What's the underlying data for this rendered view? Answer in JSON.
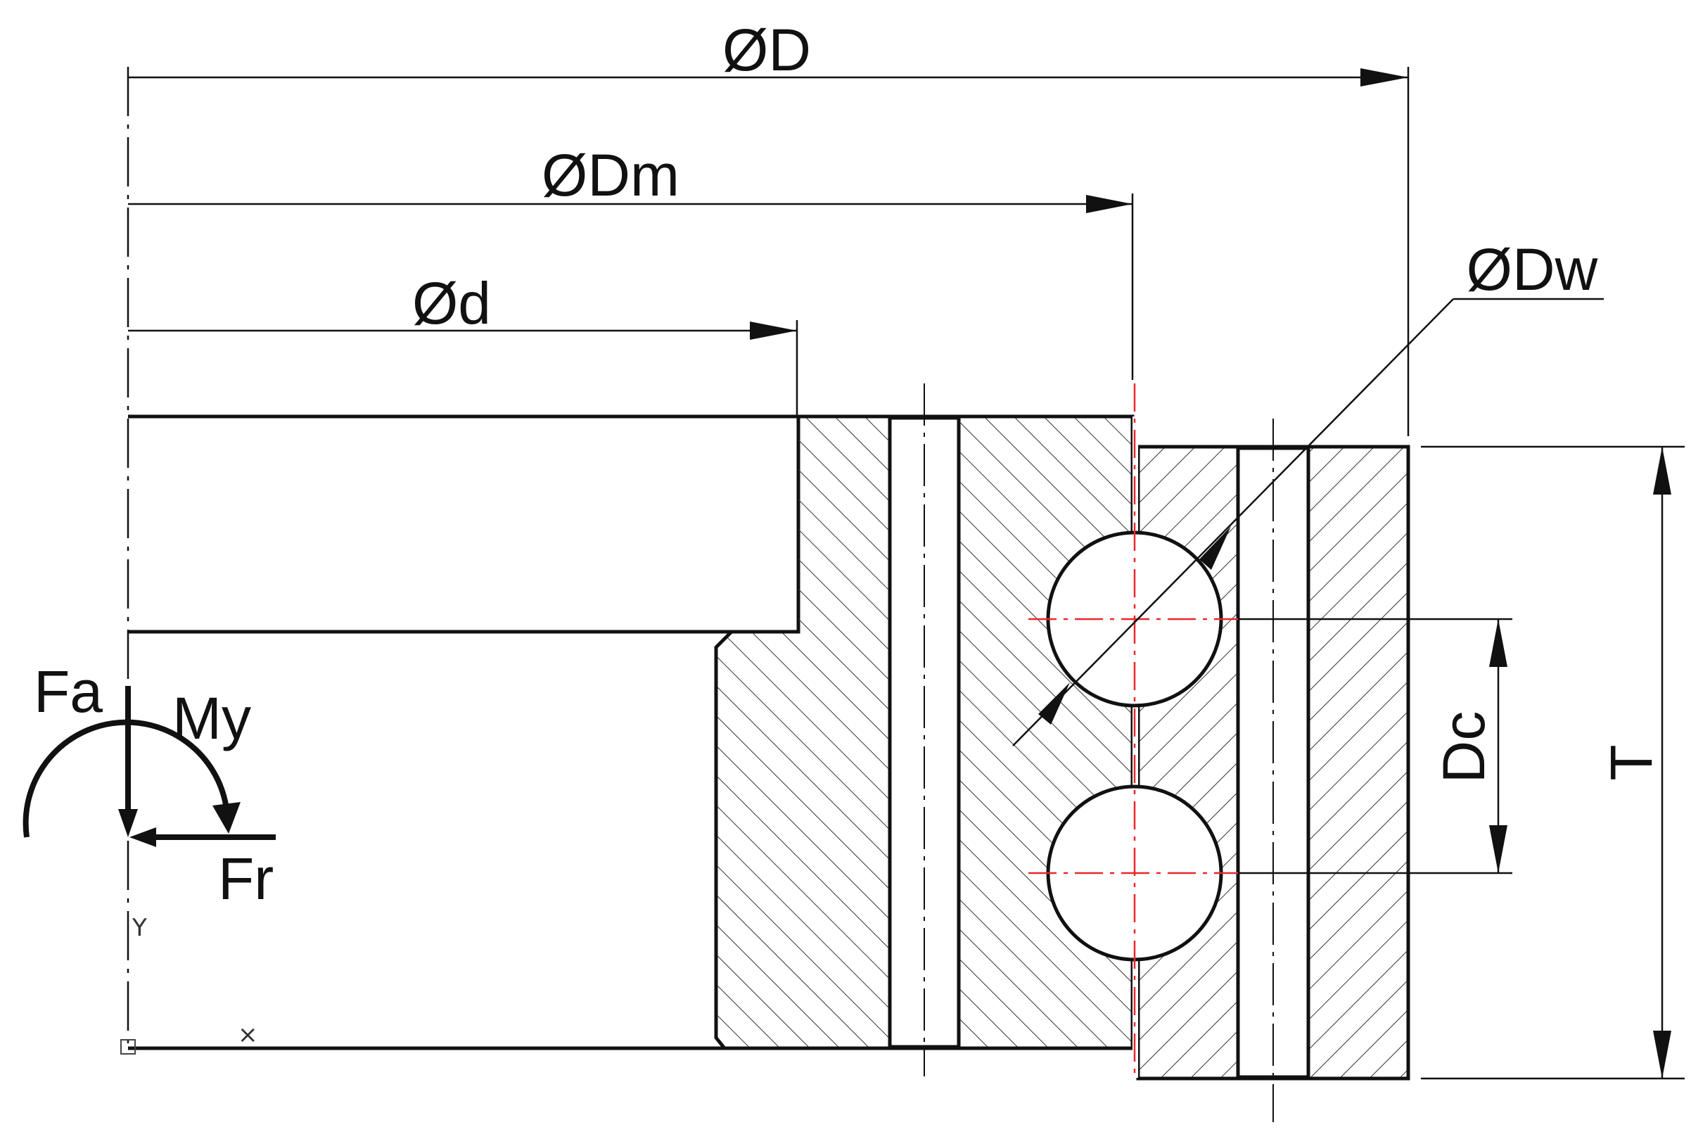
{
  "labels": {
    "outer_diameter": "ØD",
    "mean_diameter": "ØDm",
    "inner_diameter": "Ød",
    "ball_diameter": "ØDw",
    "ball_center_distance": "Dc",
    "height": "T",
    "axial_force": "Fa",
    "moment": "My",
    "radial_force": "Fr",
    "axis_y": "Y",
    "axis_x": "×"
  },
  "colors": {
    "line": "#111111",
    "center_line_red": "#e8282c",
    "hatch": "#333333"
  }
}
